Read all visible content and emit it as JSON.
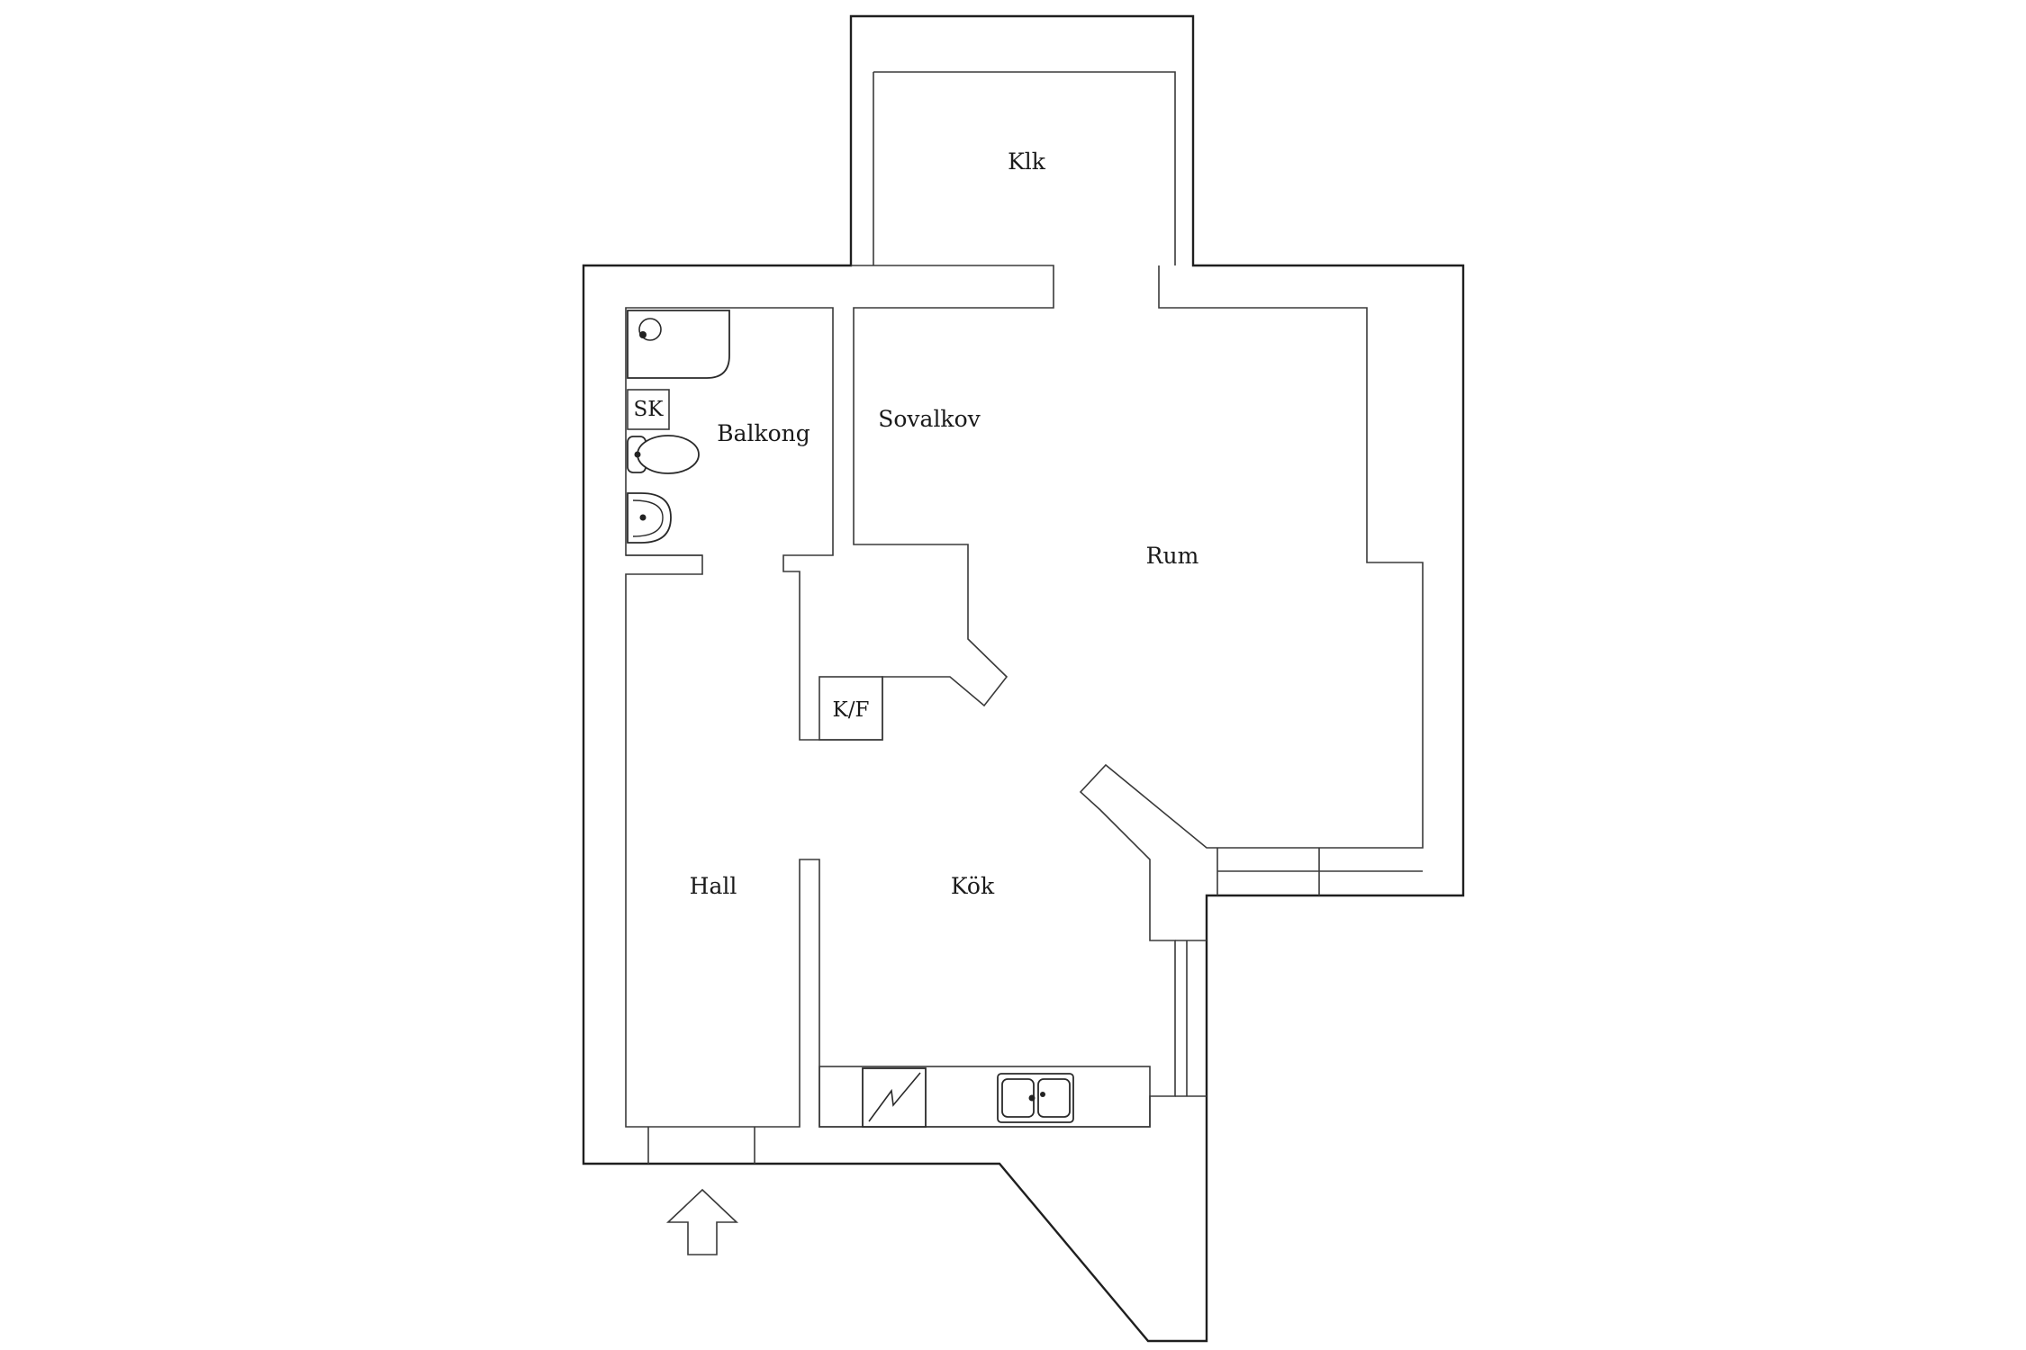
{
  "rooms": {
    "klk": "Klk",
    "balkong": "Balkong",
    "sovalkov": "Sovalkov",
    "rum": "Rum",
    "hall": "Hall",
    "kok": "Kök"
  },
  "fixtures": {
    "sk": "SK",
    "kf": "K/F"
  },
  "icons": {
    "entrance": "entrance-arrow-icon",
    "shower": "shower-icon",
    "toilet": "toilet-icon",
    "washbasin": "washbasin-icon",
    "stove": "stove-icon",
    "sink": "kitchen-sink-icon"
  }
}
